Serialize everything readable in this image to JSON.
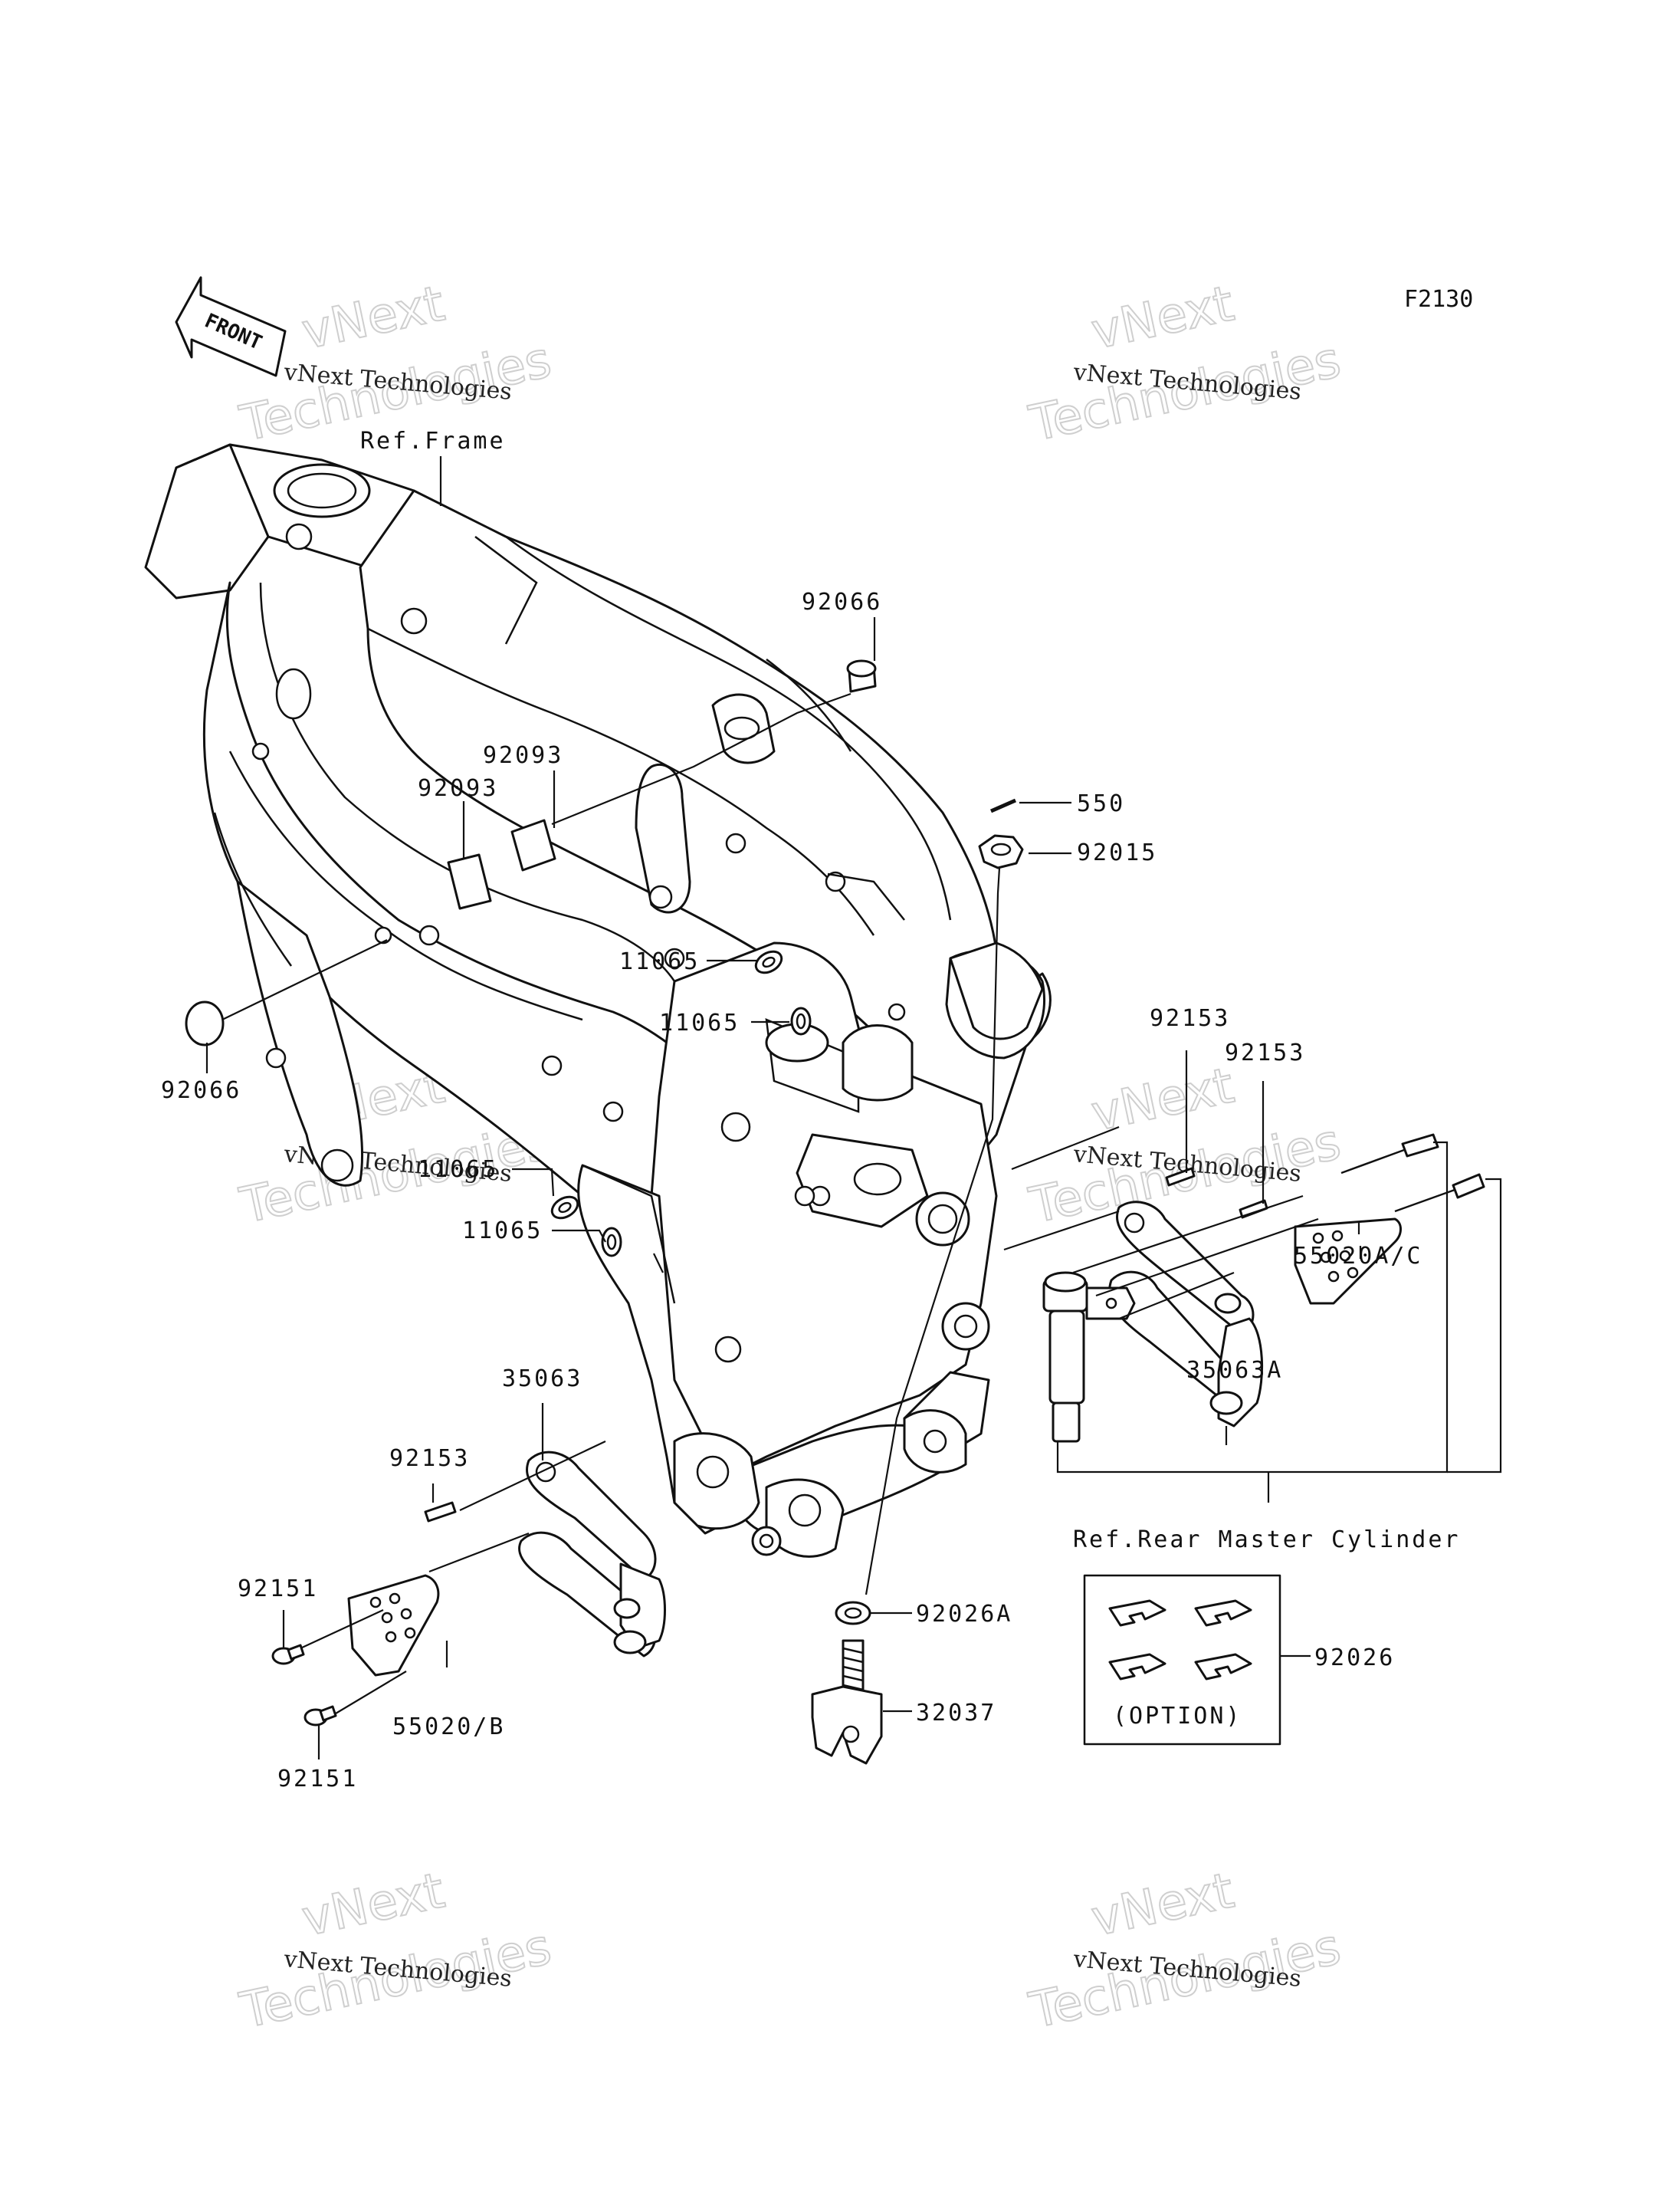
{
  "figure_code": "F2130",
  "front_arrow_label": "FRONT",
  "watermark": {
    "small": "vNext Technologies",
    "line1": "vNext",
    "line2": "Technologies"
  },
  "labels": {
    "ref_frame": "Ref.Frame",
    "p92066_top": "92066",
    "p92093_a": "92093",
    "p92093_b": "92093",
    "p550": "550",
    "p92015": "92015",
    "p11065_a": "11065",
    "p11065_b": "11065",
    "p11065_c": "11065",
    "p11065_d": "11065",
    "p92066_left": "92066",
    "p92153_a": "92153",
    "p92153_b": "92153",
    "p92153_c": "92153",
    "p55020ac": "55020A/C",
    "p35063a": "35063A",
    "p35063": "35063",
    "p92151_a": "92151",
    "p92151_b": "92151",
    "p55020b": "55020/B",
    "p92026a": "92026A",
    "p32037": "32037",
    "p92026": "92026",
    "ref_rear_master": "Ref.Rear Master Cylinder",
    "option": "(OPTION)"
  }
}
